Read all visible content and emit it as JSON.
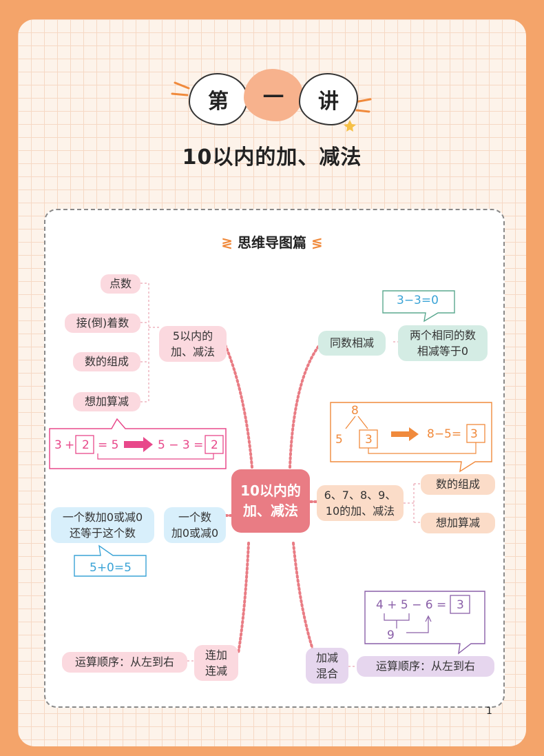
{
  "header": {
    "lecture_chars": [
      "第",
      "一",
      "讲"
    ],
    "title": "10以内的加、减法",
    "subtitle": "思维导图篇"
  },
  "center": {
    "label": "10以内的\n加、减法"
  },
  "left": {
    "branch_within5": {
      "label": "5以内的\n加、减法"
    },
    "leaves_within5": [
      "点数",
      "接(倒)着数",
      "数的组成",
      "想加算减"
    ],
    "eq_within5": {
      "a": "3",
      "op1": "+",
      "box": "2",
      "eq1": "= 5",
      "b": "5 − 3 =",
      "box2": "2"
    },
    "branch_zero": {
      "label": "一个数\n加0或减0"
    },
    "leaf_zero": "一个数加0或减0\n还等于这个数",
    "eq_zero": "5+0=5",
    "branch_chain": {
      "label": "连加\n连减"
    },
    "leaf_chain": "运算顺序：从左到右"
  },
  "right": {
    "branch_same": {
      "label": "同数相减"
    },
    "leaf_same": "两个相同的数\n相减等于0",
    "eq_same": "3−3=0",
    "branch_6to10": {
      "label": "6、7、8、9、\n10的加、减法"
    },
    "leaves_6to10": [
      "数的组成",
      "想加算减"
    ],
    "decomp": {
      "top": "8",
      "left": "5",
      "right": "3",
      "eq": "8−5=",
      "ans": "3"
    },
    "branch_mixed": {
      "label": "加减\n混合"
    },
    "leaf_mixed": "运算顺序：从左到右",
    "eq_mixed": {
      "expr": "4 + 5 − 6 =",
      "ans": "3",
      "mid": "9"
    }
  },
  "page": {
    "number": "1"
  },
  "colors": {
    "pink": "#e8488a",
    "orange": "#f08a3c",
    "purple": "#8a5fa8",
    "blue": "#3aa3d6",
    "green": "#5aa88f"
  }
}
